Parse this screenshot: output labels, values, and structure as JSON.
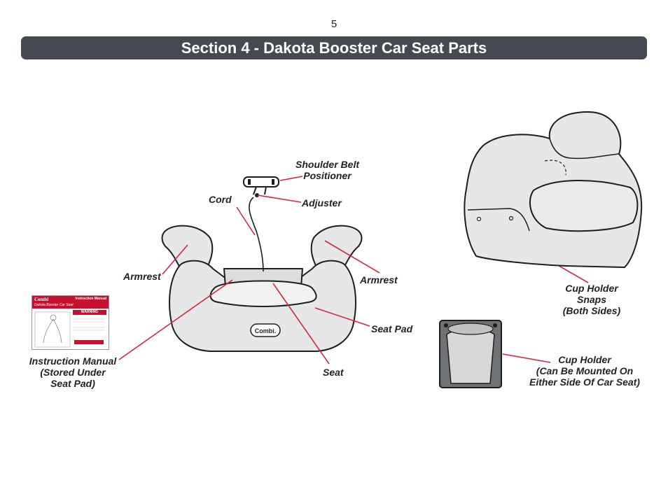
{
  "page": {
    "number": "5"
  },
  "header": {
    "title": "Section 4 - Dakota Booster Car Seat Parts"
  },
  "labels": {
    "shoulder_belt_positioner": [
      "Shoulder Belt",
      "Positioner"
    ],
    "adjuster": "Adjuster",
    "cord": "Cord",
    "armrest_left": "Armrest",
    "armrest_right": "Armrest",
    "seat_pad": "Seat Pad",
    "seat": "Seat",
    "instruction_manual": [
      "Instruction Manual",
      "(Stored Under",
      "Seat Pad)"
    ],
    "cup_holder_snaps": [
      "Cup Holder",
      "Snaps",
      "(Both Sides)"
    ],
    "cup_holder": [
      "Cup Holder",
      "(Can Be Mounted On",
      "Either Side Of Car Seat)"
    ]
  },
  "seat_logo": "Combi.",
  "manual_cover": {
    "brand": "Combi",
    "title": "Instruction Manual",
    "subtitle": "Dakota   Booster Car Seat",
    "warning": "WARNING"
  },
  "colors": {
    "header_bar": "#454a52",
    "leader_line": "#d7263d",
    "part_fill": "#e6e7e8"
  }
}
